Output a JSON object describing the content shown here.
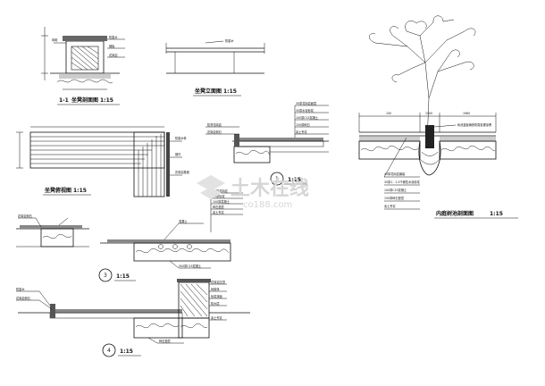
{
  "titles": {
    "section_11": "1-1",
    "section_11_name": "坐凳剖面图",
    "section_11_scale": "1:15",
    "front_elev": "坐凳立面图",
    "front_elev_scale": "1:15",
    "plan": "坐凳俯视图",
    "plan_scale": "1:15",
    "tree_section": "内庭树池剖面图",
    "tree_section_scale": "1:15"
  },
  "details": {
    "d1_num": "1",
    "d1_scale": "1:15",
    "d3_num": "3",
    "d3_scale": "1:15",
    "d4_num": "4",
    "d4_scale": "1:15"
  },
  "dims": {
    "tree_left": "150",
    "tree_right": "1960",
    "tree_mid": "1500"
  },
  "labels": {
    "tree_grate": "树池盖板铸铁防腐处理涂黑",
    "tree_l1": "40厚花岗岩铺装",
    "tree_l2": "30厚1：2.5干硬性水泥砂浆",
    "tree_l3": "100厚C15混凝土",
    "tree_l4": "150厚碎石垫层",
    "tree_l5": "素土夯实",
    "d1_a": "30厚花岗岩面层",
    "d1_b": "30厚水泥砂浆",
    "d1_c": "100厚C15混凝土",
    "d1_d": "150厚碎石",
    "d1_e": "素土夯实",
    "d1_side": "花岗岩侧石",
    "d1_top": "防滑花岗岩",
    "d3_a": "30厚花岗岩",
    "d3_b": "20厚砂浆",
    "d3_c": "100厚混凝土",
    "d3_d": "碎石垫层",
    "d3_e": "素土夯实",
    "d3_left": "花岗岩侧石",
    "d3_mid": "混凝土",
    "d3_bottom": "500厚C15混凝土",
    "d4_a": "花岗岩压顶",
    "d4_b": "砖砌体",
    "d4_c": "砂浆抹面",
    "d4_d": "防水层",
    "d4_e": "素土夯实",
    "d4_left1": "防腐木",
    "d4_left2": "花岗岩侧石",
    "d4_bottom": "碎石垫层",
    "s11_a": "防腐木",
    "s11_b": "钢板",
    "s11_c": "花岗岩",
    "s11_d": "砖砌",
    "fe_a": "防腐木",
    "pl_a": "防腐木条",
    "pl_b": "钢件",
    "pl_c": "花岗岩基座"
  },
  "watermark": {
    "main": "土木在线",
    "sub": "co188.com"
  }
}
